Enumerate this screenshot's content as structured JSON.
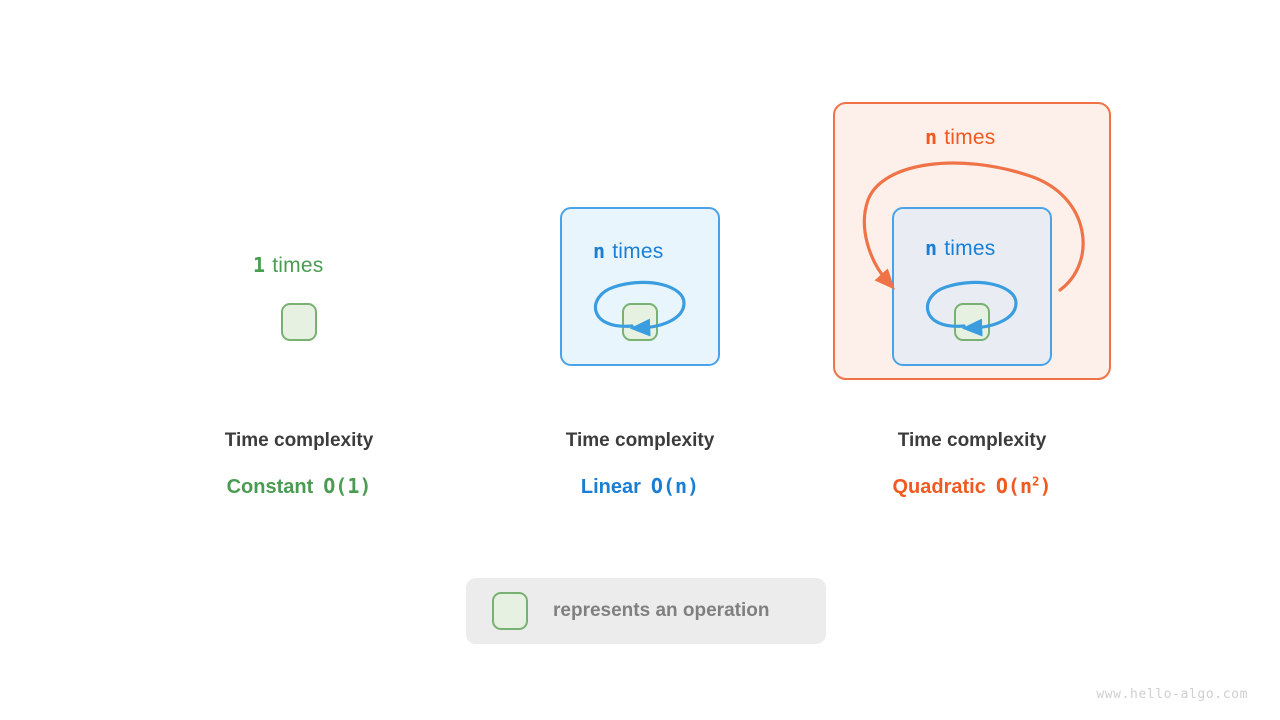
{
  "diagram": {
    "watermark": "www.hello-algo.com",
    "colors": {
      "constant": "#4a9c52",
      "linear": "#1a7fd4",
      "quadratic": "#ef5a21",
      "operation_fill": "#e6f1e2",
      "operation_border": "#79b172",
      "linear_box_fill": "#e9f5fd",
      "linear_box_border": "#4aa3e8",
      "quadratic_box_fill": "#fdf0ea",
      "quadratic_box_border": "#ef7346",
      "inner_box_fill": "#e9edf3",
      "legend_bg": "#ececec",
      "caption_title": "#3c3c3c",
      "legend_text": "#808080"
    },
    "panels": [
      {
        "id": "constant",
        "loop_label_count": "1",
        "loop_label_word": "times",
        "caption_title": "Time complexity",
        "complexity_name": "Constant",
        "complexity_bigo": "O(1)",
        "bigo_base": "O(1)",
        "bigo_exponent": "",
        "has_outer_box": false,
        "has_loop_arrow": false
      },
      {
        "id": "linear",
        "loop_label_count": "n",
        "loop_label_word": "times",
        "caption_title": "Time complexity",
        "complexity_name": "Linear",
        "complexity_bigo": "O(n)",
        "bigo_base": "O(n)",
        "bigo_exponent": "",
        "has_outer_box": true,
        "has_loop_arrow": true
      },
      {
        "id": "quadratic",
        "outer_label_count": "n",
        "outer_label_word": "times",
        "loop_label_count": "n",
        "loop_label_word": "times",
        "caption_title": "Time complexity",
        "complexity_name": "Quadratic",
        "complexity_bigo": "O(n2)",
        "bigo_base": "O(n",
        "bigo_exponent": "2",
        "bigo_close": ")",
        "has_outer_box": true,
        "has_loop_arrow": true
      }
    ],
    "legend": {
      "swatch_name": "operation-swatch",
      "text": "represents an operation"
    }
  }
}
